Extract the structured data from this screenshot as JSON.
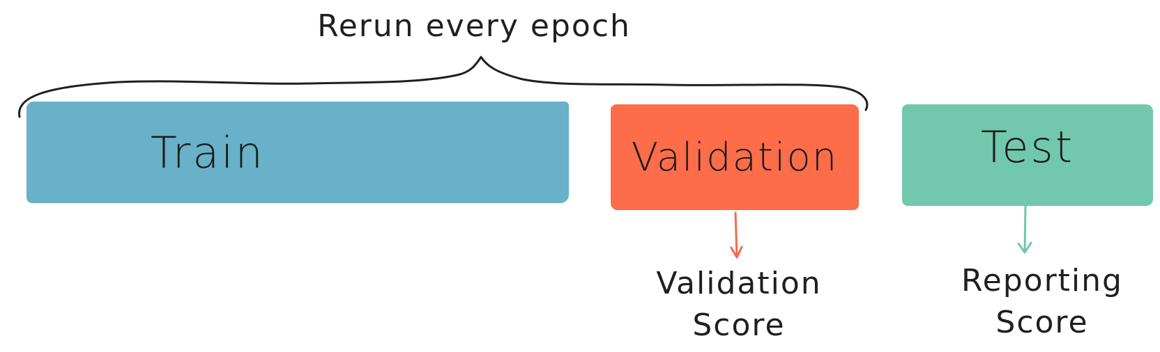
{
  "brace_label": "Rerun every epoch",
  "blocks": {
    "train": {
      "label": "Train",
      "color": "#68b1c8"
    },
    "validation": {
      "label": "Validation",
      "color": "#fe6d4a"
    },
    "test": {
      "label": "Test",
      "color": "#72c8ad"
    }
  },
  "outputs": {
    "validation": {
      "line1": "Validation",
      "line2": "Score",
      "arrow_color": "#f26a4c"
    },
    "test": {
      "line1": "Reporting",
      "line2": "Score",
      "arrow_color": "#6fc6ac"
    }
  }
}
